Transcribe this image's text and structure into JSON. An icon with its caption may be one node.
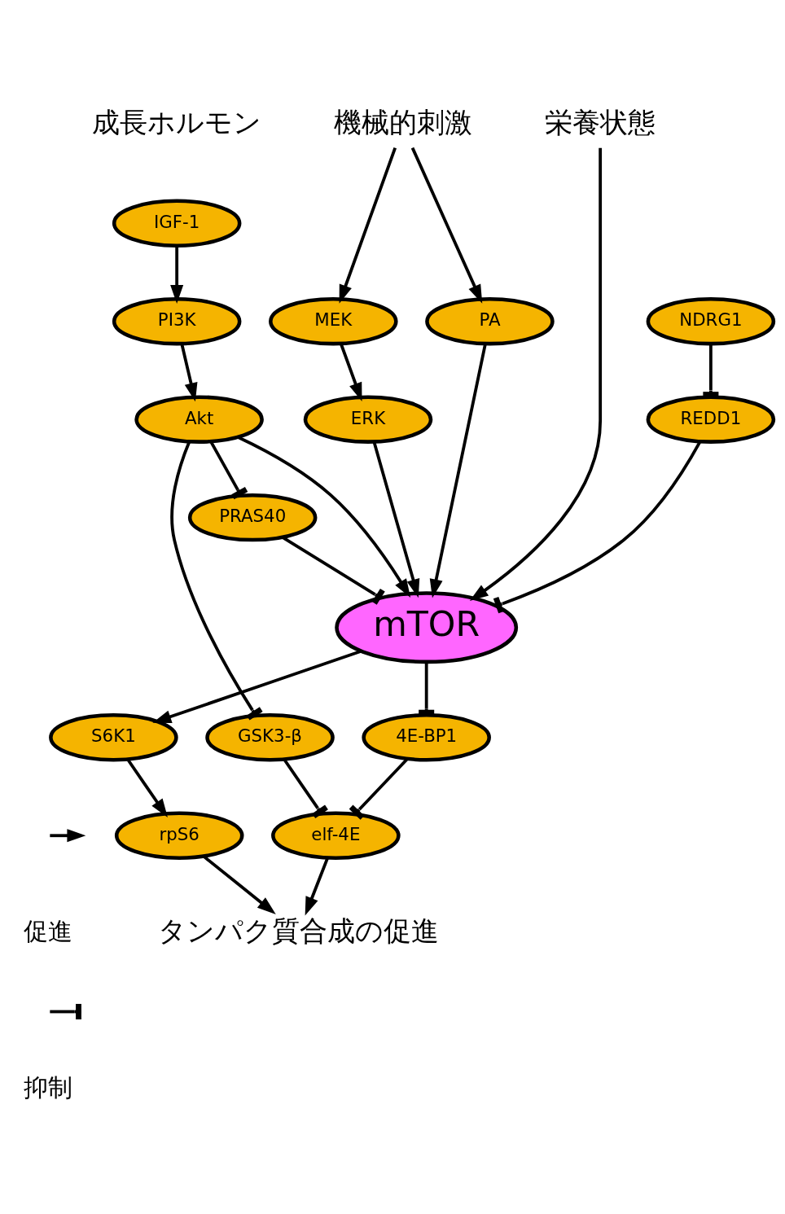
{
  "diagram": {
    "nodes": [
      {
        "text": [
          "機械的刺激"
        ]
      },
      {
        "text": [
          "栄養状態"
        ]
      },
      {
        "text": [
          "IGF-1"
        ]
      },
      {
        "text": [
          "MEK"
        ]
      },
      {
        "text": [
          "PA"
        ]
      },
      {
        "text": [
          "PI3K"
        ]
      },
      {
        "text": [
          "NDRG1"
        ]
      },
      {
        "text": [
          "ERK"
        ]
      },
      {
        "text": [
          "Akt"
        ]
      },
      {
        "text": [
          "REDD1"
        ]
      },
      {
        "text": [
          "PRAS40"
        ]
      },
      {
        "text": [
          "mTOR"
        ]
      },
      {
        "text": [
          "S6K1"
        ]
      },
      {
        "text": [
          "4E-BP1"
        ]
      },
      {
        "text": [
          "GSK3-β"
        ]
      },
      {
        "text": [
          "rpS6"
        ]
      },
      {
        "text": [
          "elf-4E"
        ]
      },
      {
        "text": [
          "タンパク質合成の促進"
        ]
      }
    ],
    "edges": [
      {
        "from": 0,
        "to": 3,
        "arrow": "to"
      },
      {
        "from": 0,
        "to": 4,
        "arrow": "to"
      },
      {
        "from": 2,
        "to": 5,
        "arrow": "to"
      },
      {
        "from": 3,
        "to": 7,
        "arrow": "to"
      },
      {
        "from": 5,
        "to": 8,
        "arrow": "to"
      },
      {
        "from": 6,
        "to": 9,
        "arrow": "other"
      },
      {
        "from": 8,
        "to": 10,
        "arrow": "other"
      },
      {
        "from": 10,
        "to": 11,
        "arrow": "other"
      },
      {
        "from": 8,
        "to": 11,
        "arrow": "to"
      },
      {
        "from": 9,
        "to": 11,
        "arrow": "other"
      },
      {
        "from": 8,
        "to": 14,
        "arrow": "other"
      },
      {
        "from": 4,
        "to": 11,
        "arrow": "to"
      },
      {
        "from": 7,
        "to": 11,
        "arrow": "to"
      },
      {
        "from": 1,
        "to": 11,
        "arrow": "to"
      },
      {
        "from": 11,
        "to": 12,
        "arrow": "to"
      },
      {
        "from": 11,
        "to": 13,
        "arrow": "other"
      },
      {
        "from": 12,
        "to": 15,
        "arrow": "to"
      },
      {
        "from": 13,
        "to": 16,
        "arrow": "other"
      },
      {
        "from": 14,
        "to": 16,
        "arrow": "other"
      },
      {
        "from": 15,
        "to": 17,
        "arrow": "to"
      },
      {
        "from": 16,
        "to": 17,
        "arrow": "to"
      }
    ],
    "labels": [
      "成長ホルモン"
    ],
    "legend": [
      {
        "text": "促進"
      },
      {
        "text": "抑制"
      }
    ]
  }
}
